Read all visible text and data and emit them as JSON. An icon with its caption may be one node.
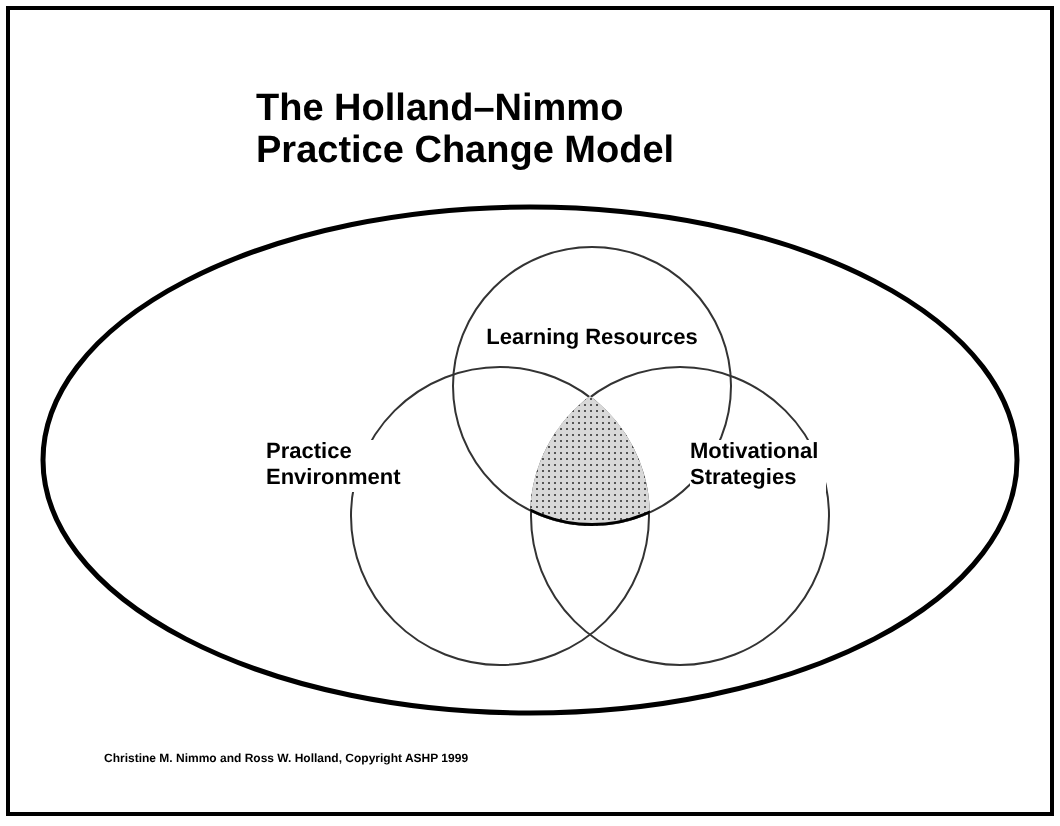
{
  "diagram": {
    "title": "The Holland–Nimmo Practice Change Model",
    "nodes": [
      {
        "text": [],
        "shape": "ellipse"
      },
      {
        "text": [
          "Learning Resources"
        ],
        "in": 0
      },
      {
        "text": [
          "Practice Environment"
        ],
        "in": 0
      },
      {
        "text": [
          "Motivational Strategies"
        ],
        "in": 0
      }
    ],
    "edges": [],
    "labels": [
      "Christine M. Nimmo and Ross W. Holland, Copyright ASHP 1999"
    ]
  }
}
